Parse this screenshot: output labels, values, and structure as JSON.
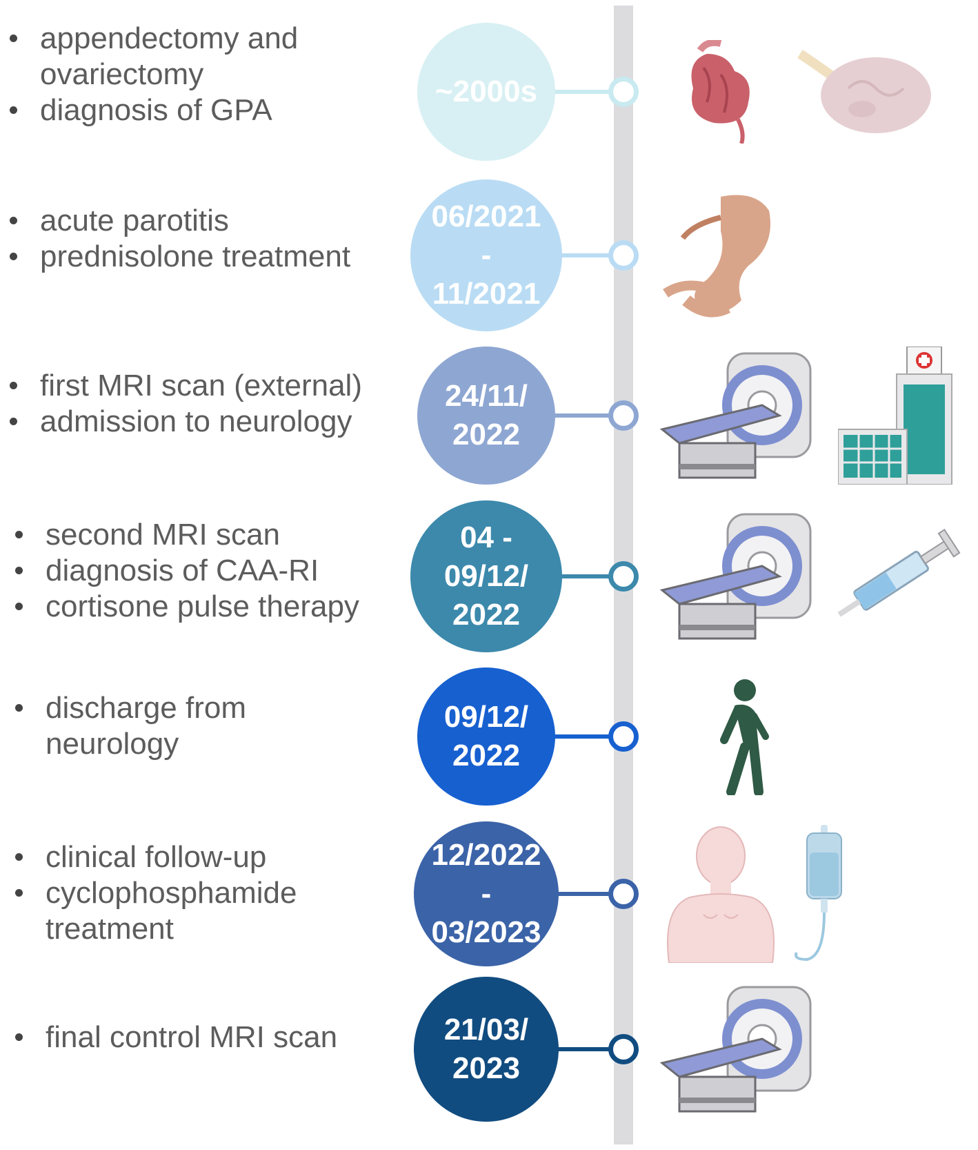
{
  "events": [
    {
      "date": "~2000s",
      "bullets": [
        "appendectomy and\novariectomy",
        "diagnosis of GPA"
      ],
      "color": "#d8f0f3",
      "line_color": "#c8eaf0",
      "icons": [
        "appendix-icon",
        "ovary-icon"
      ]
    },
    {
      "date": "06/2021\n-\n11/2021",
      "bullets": [
        "acute parotitis",
        "prednisolone treatment"
      ],
      "color": "#b9dcf4",
      "line_color": "#b9dcf4",
      "icons": [
        "parotid-gland-icon"
      ]
    },
    {
      "date": "24/11/\n2022",
      "bullets": [
        "first MRI scan (external)",
        "admission to neurology"
      ],
      "color": "#8ea6d2",
      "line_color": "#8ea6d2",
      "icons": [
        "mri-scanner-icon",
        "hospital-icon"
      ]
    },
    {
      "date": "04 -\n09/12/\n2022",
      "bullets": [
        "second MRI scan",
        "diagnosis of CAA-RI",
        "cortisone pulse therapy"
      ],
      "color": "#3c89ac",
      "line_color": "#3c89ac",
      "icons": [
        "mri-scanner-icon",
        "syringe-icon"
      ]
    },
    {
      "date": "09/12/\n2022",
      "bullets": [
        "discharge from\nneurology"
      ],
      "color": "#1760d0",
      "line_color": "#1760d0",
      "icons": [
        "walking-person-icon"
      ]
    },
    {
      "date": "12/2022\n-\n03/2023",
      "bullets": [
        "clinical follow-up",
        "cyclophosphamide\ntreatment"
      ],
      "color": "#3b63a8",
      "line_color": "#3b63a8",
      "icons": [
        "patient-torso-icon",
        "iv-drip-icon"
      ]
    },
    {
      "date": "21/03/\n2023",
      "bullets": [
        "final control MRI scan"
      ],
      "color": "#114c80",
      "line_color": "#114c80",
      "icons": [
        "mri-scanner-icon"
      ]
    }
  ]
}
